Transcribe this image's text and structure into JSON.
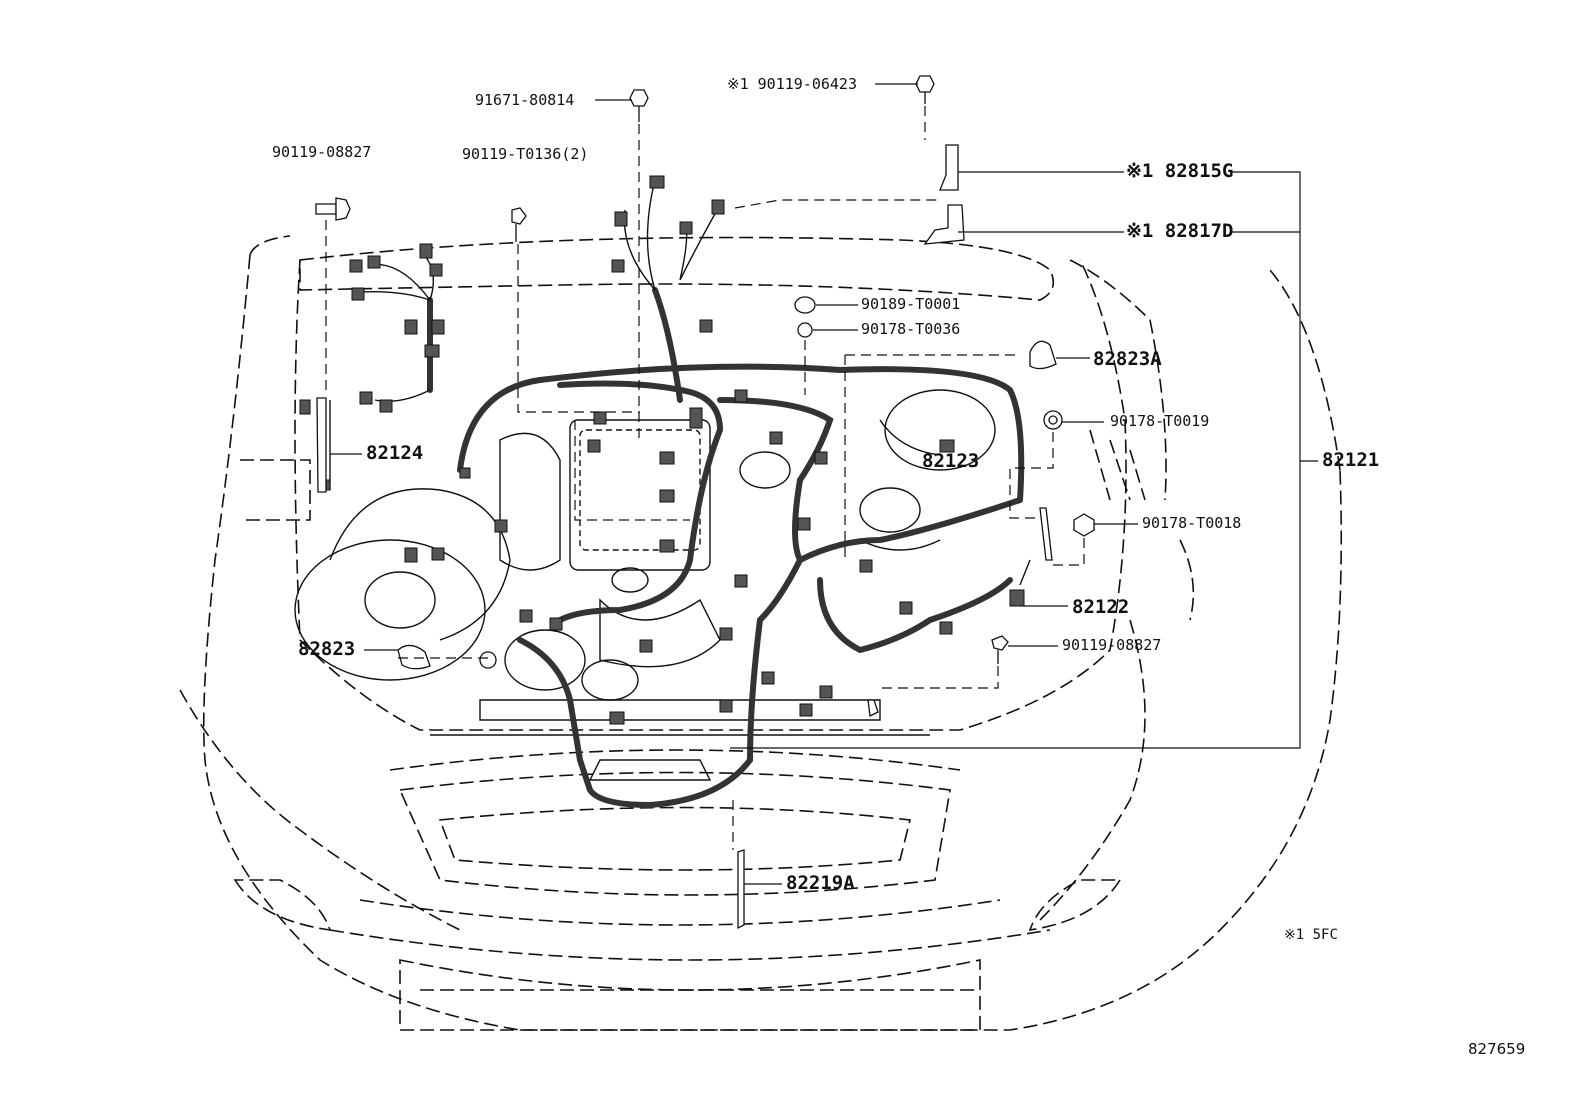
{
  "diagram": {
    "drawing_number": "827659",
    "footnote": "※1 5FC",
    "callouts": {
      "c_91671_80814": "91671-80814",
      "c_90119_06423": "※1 90119-06423",
      "c_90119_08827_top": "90119-08827",
      "c_90119_T0136": "90119-T0136(2)",
      "c_82815G": "※1 82815G",
      "c_82817D": "※1 82817D",
      "c_90189_T0001": "90189-T0001",
      "c_90178_T0036": "90178-T0036",
      "c_82823A": "82823A",
      "c_90178_T0019": "90178-T0019",
      "c_82124": "82124",
      "c_82123": "82123",
      "c_82121": "82121",
      "c_90178_T0018": "90178-T0018",
      "c_82122": "82122",
      "c_82823": "82823",
      "c_90119_08827_bottom": "90119-08827",
      "c_82219A": "82219A"
    }
  }
}
